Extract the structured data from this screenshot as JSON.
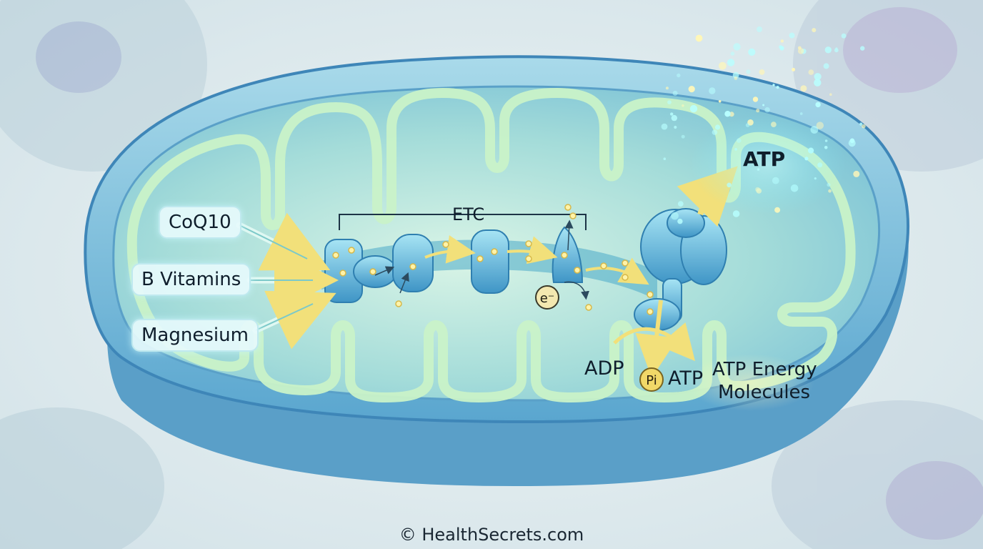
{
  "labels": {
    "etc": "ETC",
    "coq10": "CoQ10",
    "b_vitamins": "B Vitamins",
    "magnesium": "Magnesium",
    "electron": "e⁻",
    "atp_top": "ATP",
    "adp": "ADP",
    "pi": "Pi",
    "atp_product": "ATP",
    "atp_energy_line1": "ATP Energy",
    "atp_energy_line2": "Molecules"
  },
  "credit": "© HealthSecrets.com",
  "colors": {
    "background": "#dfe9ec",
    "outer_membrane": "#6fb5d6",
    "matrix": "#8fcfdb",
    "inner_membrane": "#c9f2c8",
    "protein": "#5fb3dc",
    "arrow_yellow": "#f2e07a",
    "glow_cyan": "#7ff0ff"
  }
}
